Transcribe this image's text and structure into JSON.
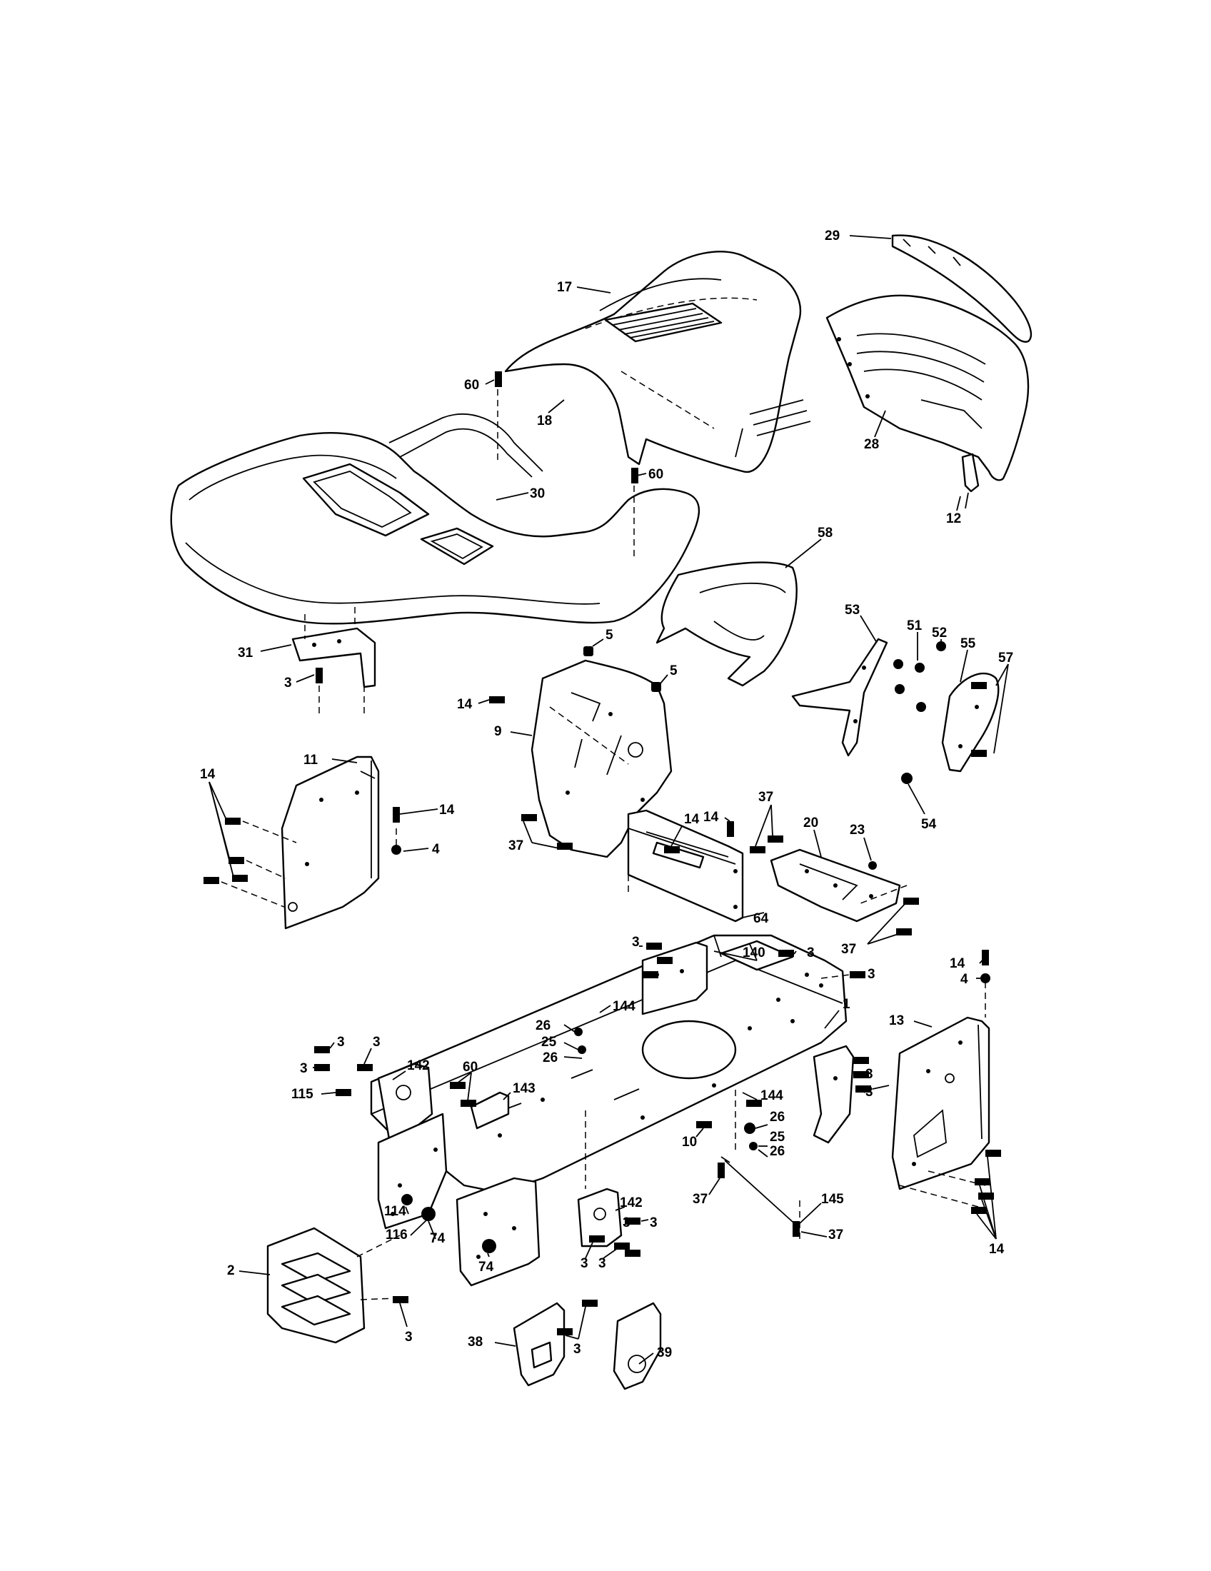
{
  "diagram": {
    "labels": [
      {
        "id": "l17",
        "text": "17"
      },
      {
        "id": "l29",
        "text": "29"
      },
      {
        "id": "l60a",
        "text": "60"
      },
      {
        "id": "l18",
        "text": "18"
      },
      {
        "id": "l28",
        "text": "28"
      },
      {
        "id": "l60b",
        "text": "60"
      },
      {
        "id": "l30",
        "text": "30"
      },
      {
        "id": "l12",
        "text": "12"
      },
      {
        "id": "l58",
        "text": "58"
      },
      {
        "id": "l53",
        "text": "53"
      },
      {
        "id": "l51",
        "text": "51"
      },
      {
        "id": "l52",
        "text": "52"
      },
      {
        "id": "l55",
        "text": "55"
      },
      {
        "id": "l57",
        "text": "57"
      },
      {
        "id": "l31",
        "text": "31"
      },
      {
        "id": "l3a",
        "text": "3"
      },
      {
        "id": "l5a",
        "text": "5"
      },
      {
        "id": "l5b",
        "text": "5"
      },
      {
        "id": "l14a",
        "text": "14"
      },
      {
        "id": "l9",
        "text": "9"
      },
      {
        "id": "l54",
        "text": "54"
      },
      {
        "id": "l11",
        "text": "11"
      },
      {
        "id": "l14b",
        "text": "14"
      },
      {
        "id": "l14c",
        "text": "14"
      },
      {
        "id": "l4a",
        "text": "4"
      },
      {
        "id": "l14d",
        "text": "14"
      },
      {
        "id": "l14e",
        "text": "14"
      },
      {
        "id": "l37a",
        "text": "37"
      },
      {
        "id": "l37b",
        "text": "37"
      },
      {
        "id": "l20",
        "text": "20"
      },
      {
        "id": "l23",
        "text": "23"
      },
      {
        "id": "l64",
        "text": "64"
      },
      {
        "id": "l37c",
        "text": "37"
      },
      {
        "id": "l3b",
        "text": "3"
      },
      {
        "id": "l140",
        "text": "140"
      },
      {
        "id": "l3c",
        "text": "3"
      },
      {
        "id": "l14f",
        "text": "14"
      },
      {
        "id": "l4b",
        "text": "4"
      },
      {
        "id": "l3d",
        "text": "3"
      },
      {
        "id": "l144a",
        "text": "144"
      },
      {
        "id": "l1",
        "text": "1"
      },
      {
        "id": "l13",
        "text": "13"
      },
      {
        "id": "l26a",
        "text": "26"
      },
      {
        "id": "l25a",
        "text": "25"
      },
      {
        "id": "l26b",
        "text": "26"
      },
      {
        "id": "l3e",
        "text": "3"
      },
      {
        "id": "l3f",
        "text": "3"
      },
      {
        "id": "l60c",
        "text": "60"
      },
      {
        "id": "l3g",
        "text": "3"
      },
      {
        "id": "l142a",
        "text": "142"
      },
      {
        "id": "l143",
        "text": "143"
      },
      {
        "id": "l115",
        "text": "115"
      },
      {
        "id": "l3h",
        "text": "3"
      },
      {
        "id": "l3i",
        "text": "3"
      },
      {
        "id": "l144b",
        "text": "144"
      },
      {
        "id": "l26c",
        "text": "26"
      },
      {
        "id": "l10",
        "text": "10"
      },
      {
        "id": "l25b",
        "text": "25"
      },
      {
        "id": "l26d",
        "text": "26"
      },
      {
        "id": "l142b",
        "text": "142"
      },
      {
        "id": "l3j",
        "text": "3"
      },
      {
        "id": "l37d",
        "text": "37"
      },
      {
        "id": "l145",
        "text": "145"
      },
      {
        "id": "l114",
        "text": "114"
      },
      {
        "id": "l3k",
        "text": "3"
      },
      {
        "id": "l37e",
        "text": "37"
      },
      {
        "id": "l116",
        "text": "116"
      },
      {
        "id": "l74a",
        "text": "74"
      },
      {
        "id": "l3l",
        "text": "3"
      },
      {
        "id": "l3m",
        "text": "3"
      },
      {
        "id": "l14g",
        "text": "14"
      },
      {
        "id": "l2",
        "text": "2"
      },
      {
        "id": "l74b",
        "text": "74"
      },
      {
        "id": "l3n",
        "text": "3"
      },
      {
        "id": "l38",
        "text": "38"
      },
      {
        "id": "l3o",
        "text": "3"
      },
      {
        "id": "l39",
        "text": "39"
      }
    ]
  }
}
